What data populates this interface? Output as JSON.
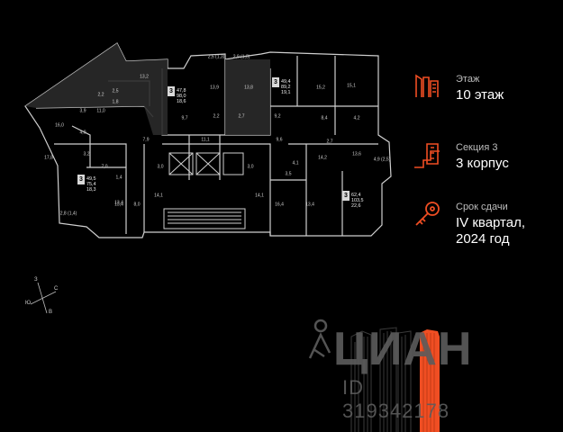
{
  "info": {
    "floor": {
      "label": "Этаж",
      "value": "10 этаж",
      "icon": "floor-icon"
    },
    "section": {
      "label": "Секция 3",
      "value": "3 корпус",
      "icon": "section-icon"
    },
    "deadline": {
      "label": "Срок сдачи",
      "value_line1": "IV квартал,",
      "value_line2": "2024 год",
      "icon": "key-icon"
    }
  },
  "colors": {
    "accent": "#f04e23",
    "background": "#000000",
    "wall": "#d0d0d0"
  },
  "compass": {
    "north": "З",
    "east": "С",
    "south": "В",
    "west": "Ю"
  },
  "watermark": {
    "brand": "ЦИАН",
    "id": "ID 319342178"
  },
  "plan": {
    "apartments": [
      {
        "rooms": "3",
        "area": "47,8",
        "total": "98,0",
        "living": "18,6"
      },
      {
        "rooms": "3",
        "area": "49,4",
        "total": "89,2",
        "living": "19,1"
      },
      {
        "rooms": "3",
        "area": "49,5",
        "total": "75,4",
        "living": "18,3"
      },
      {
        "rooms": "3",
        "area": "62,4",
        "total": "103,5",
        "living": "22,6"
      }
    ],
    "labels": [
      "13,2",
      "2,5 (1,3)",
      "2,9 (1,3)",
      "16,0",
      "3,9",
      "2,2",
      "2,5",
      "1,8",
      "11,0",
      "13,9",
      "13,8",
      "15,2",
      "15,1",
      "9,7",
      "2,2",
      "2,7",
      "9,2",
      "8,4",
      "4,2",
      "4,9",
      "7,9",
      "11,1",
      "9,6",
      "2,7",
      "17,8",
      "3,2",
      "7,0",
      "3,0",
      "3,0",
      "4,1",
      "14,2",
      "13,6",
      "4,9 (2,5)",
      "1,4",
      "3,5",
      "13,4",
      "8,0",
      "14,1",
      "14,1",
      "16,4",
      "13,4",
      "13,4",
      "2,8 (1,4)"
    ]
  }
}
